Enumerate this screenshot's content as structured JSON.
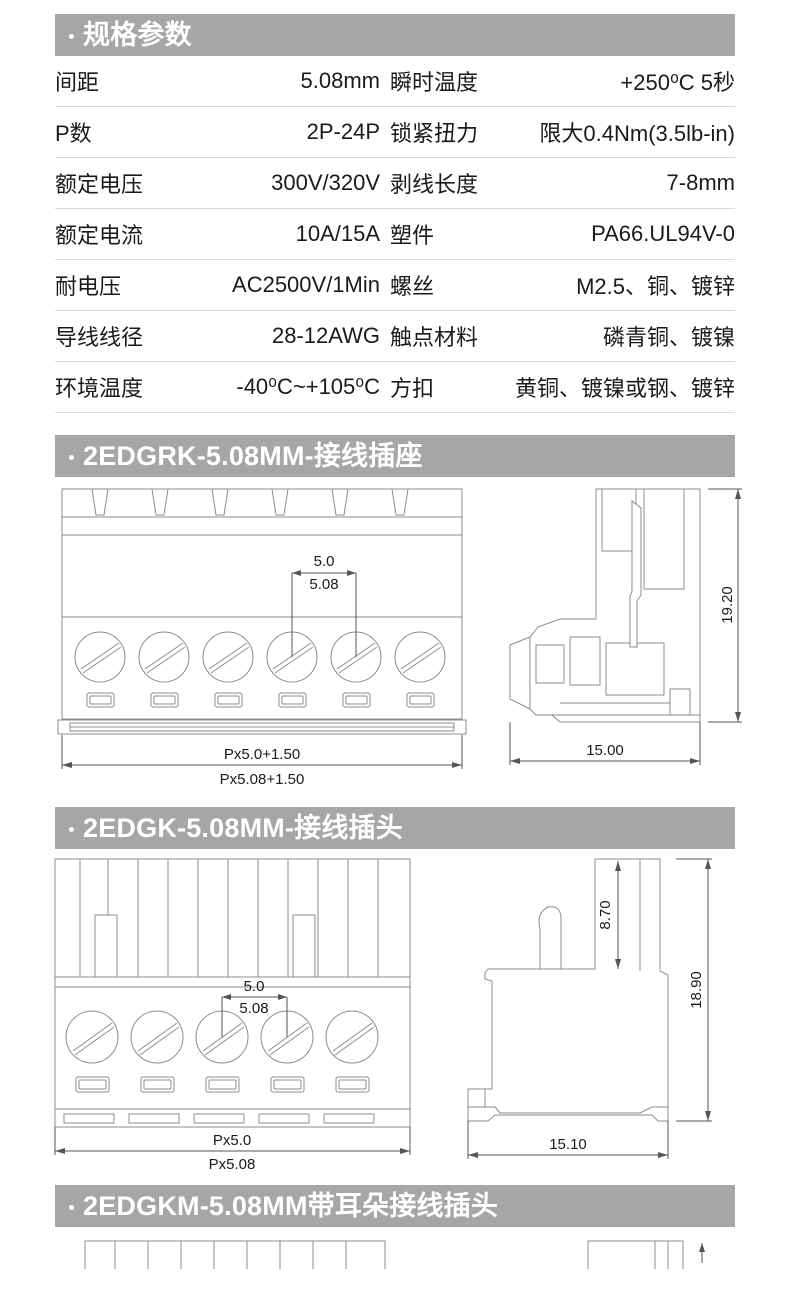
{
  "sections": {
    "spec_header": "规格参数",
    "socket_header": "2EDGRK-5.08MM-接线插座",
    "plug_header": "2EDGK-5.08MM-接线插头",
    "plug_ear_header": "2EDGKM-5.08MM带耳朵接线插头"
  },
  "spec_table": {
    "rows": [
      {
        "label": "间距",
        "value": "5.08mm",
        "label2": "瞬时温度",
        "value2": "+250⁰C 5秒"
      },
      {
        "label": "P数",
        "value": "2P-24P",
        "label2": "锁紧扭力",
        "value2": "限大0.4Nm(3.5lb-in)"
      },
      {
        "label": "额定电压",
        "value": "300V/320V",
        "label2": "剥线长度",
        "value2": "7-8mm"
      },
      {
        "label": "额定电流",
        "value": "10A/15A",
        "label2": "塑件",
        "value2": "PA66.UL94V-0"
      },
      {
        "label": "耐电压",
        "value": "AC2500V/1Min",
        "label2": "螺丝",
        "value2": "M2.5、铜、镀锌"
      },
      {
        "label": "导线线径",
        "value": "28-12AWG",
        "label2": "触点材料",
        "value2": "磷青铜、镀镍"
      },
      {
        "label": "环境温度",
        "value": "-40⁰C~+105⁰C",
        "label2": "方扣",
        "value2": "黄铜、镀镍或钢、镀锌"
      }
    ]
  },
  "socket_drawing": {
    "pitch_top": "5.0",
    "pitch_bottom": "5.08",
    "width_top": "Px5.0+1.50",
    "width_bottom": "Px5.08+1.50",
    "height": "19.20",
    "depth": "15.00",
    "pole_count": 6
  },
  "plug_drawing": {
    "pitch_top": "5.0",
    "pitch_bottom": "5.08",
    "width_top": "Px5.0",
    "width_bottom": "Px5.08",
    "height": "18.90",
    "tail_height": "8.70",
    "depth": "15.10",
    "pole_count": 5
  },
  "colors": {
    "header_bar": "#a6a6a6",
    "header_text": "#ffffff",
    "rule": "#d9d9d9",
    "line": "#8c8c8c"
  }
}
